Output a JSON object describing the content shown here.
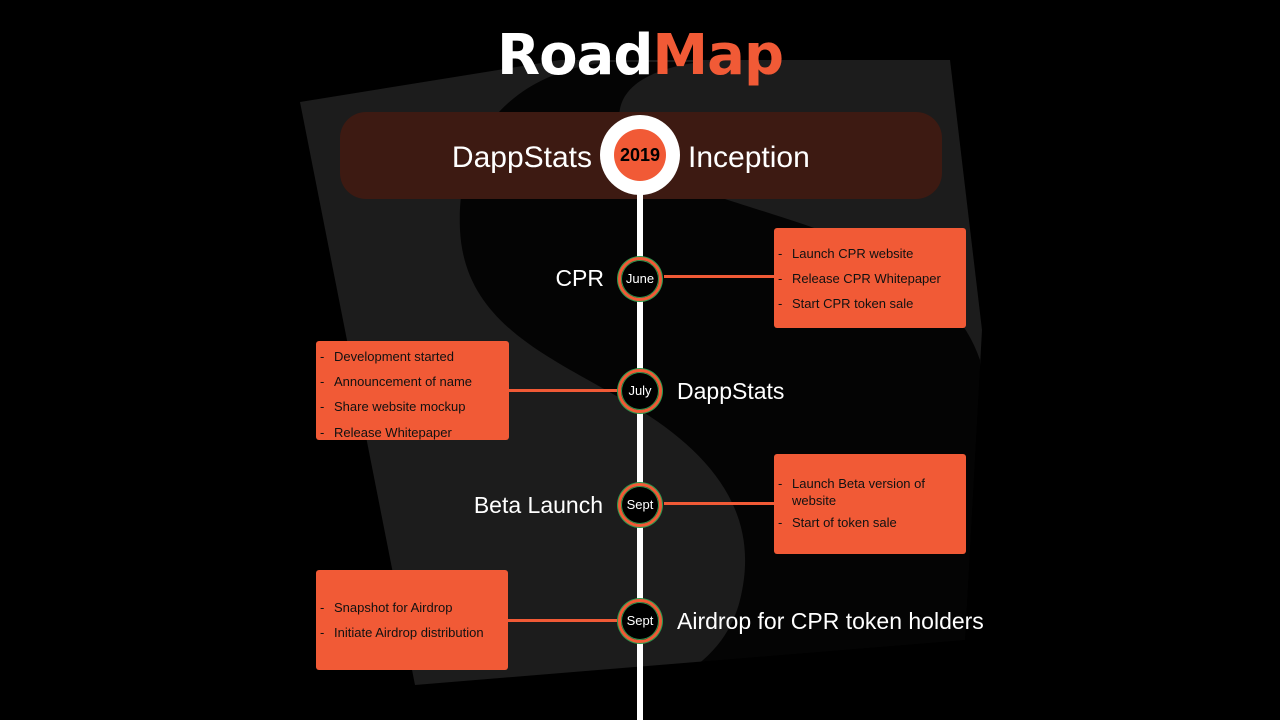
{
  "title": {
    "word1": "Road",
    "word2": "Map"
  },
  "banner": {
    "left": "DappStats",
    "year": "2019",
    "right": "Inception"
  },
  "milestones": [
    {
      "month": "June",
      "label": "CPR",
      "items": [
        "Launch CPR website",
        "Release CPR Whitepaper",
        "Start CPR token sale"
      ]
    },
    {
      "month": "July",
      "label": "DappStats",
      "items": [
        "Development started",
        "Announcement of name",
        "Share website mockup",
        "Release Whitepaper"
      ]
    },
    {
      "month": "Sept",
      "label": "Beta Launch",
      "items": [
        "Launch Beta version of website",
        "Start of token sale"
      ]
    },
    {
      "month": "Sept",
      "label": "Airdrop for CPR token holders",
      "items": [
        "Snapshot for Airdrop",
        "Initiate Airdrop distribution"
      ]
    }
  ],
  "colors": {
    "accent": "#f15a36",
    "ring": "#2e9a4f",
    "background": "#000000"
  }
}
